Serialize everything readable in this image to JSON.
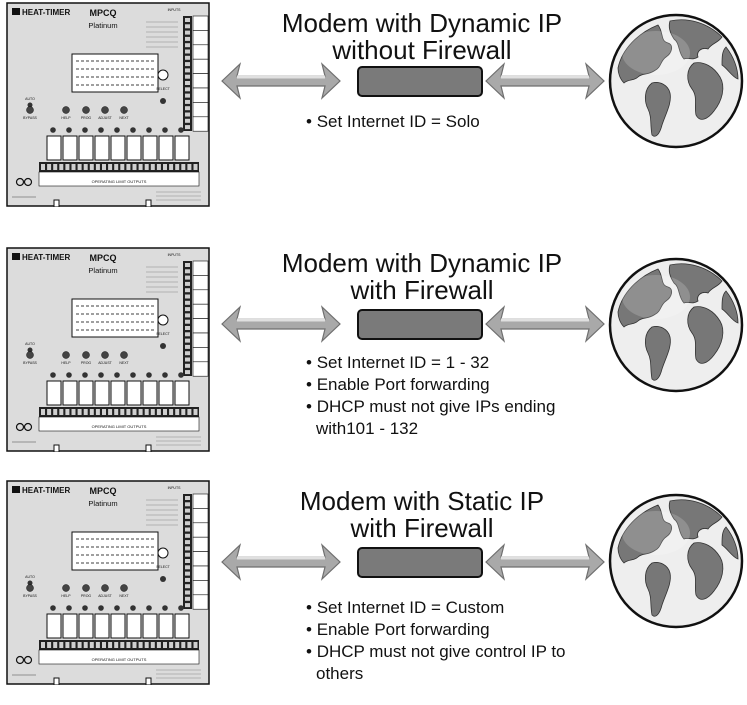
{
  "controller": {
    "brand": "HEAT-TIMER",
    "model": "MPCQ",
    "variant": "Platinum",
    "auto_label": "AUTO",
    "buttons": [
      "BYPASS",
      "HELP",
      "PROG",
      "ADJUST",
      "NEXT"
    ],
    "outputs_label": "OPERATING LIMIT OUTPUTS",
    "inputs_label": "INPUTS",
    "select_label": "SELECT"
  },
  "scenarios": [
    {
      "title_lines": [
        "Modem with Dynamic IP",
        "without Firewall"
      ],
      "notes": [
        "Set Internet ID = Solo"
      ]
    },
    {
      "title_lines": [
        "Modem with Dynamic IP",
        "with Firewall"
      ],
      "notes": [
        "Set Internet ID = 1 - 32",
        "Enable Port forwarding",
        "DHCP must not give IPs ending with101 - 132"
      ]
    },
    {
      "title_lines": [
        "Modem with Static IP",
        "with Firewall"
      ],
      "notes": [
        "Set Internet ID = Custom",
        "Enable Port forwarding",
        "DHCP must not give control IP to others"
      ]
    }
  ],
  "colors": {
    "modem_fill": "#7a7a7a",
    "arrow_fill": "#a9a9a9",
    "globe_ocean": "#eeeeee",
    "globe_land": "#777777",
    "panel": "#dcdcdc"
  },
  "icons": {
    "arrow": "double-arrow-icon",
    "globe": "globe-icon",
    "modem": "modem-icon"
  }
}
